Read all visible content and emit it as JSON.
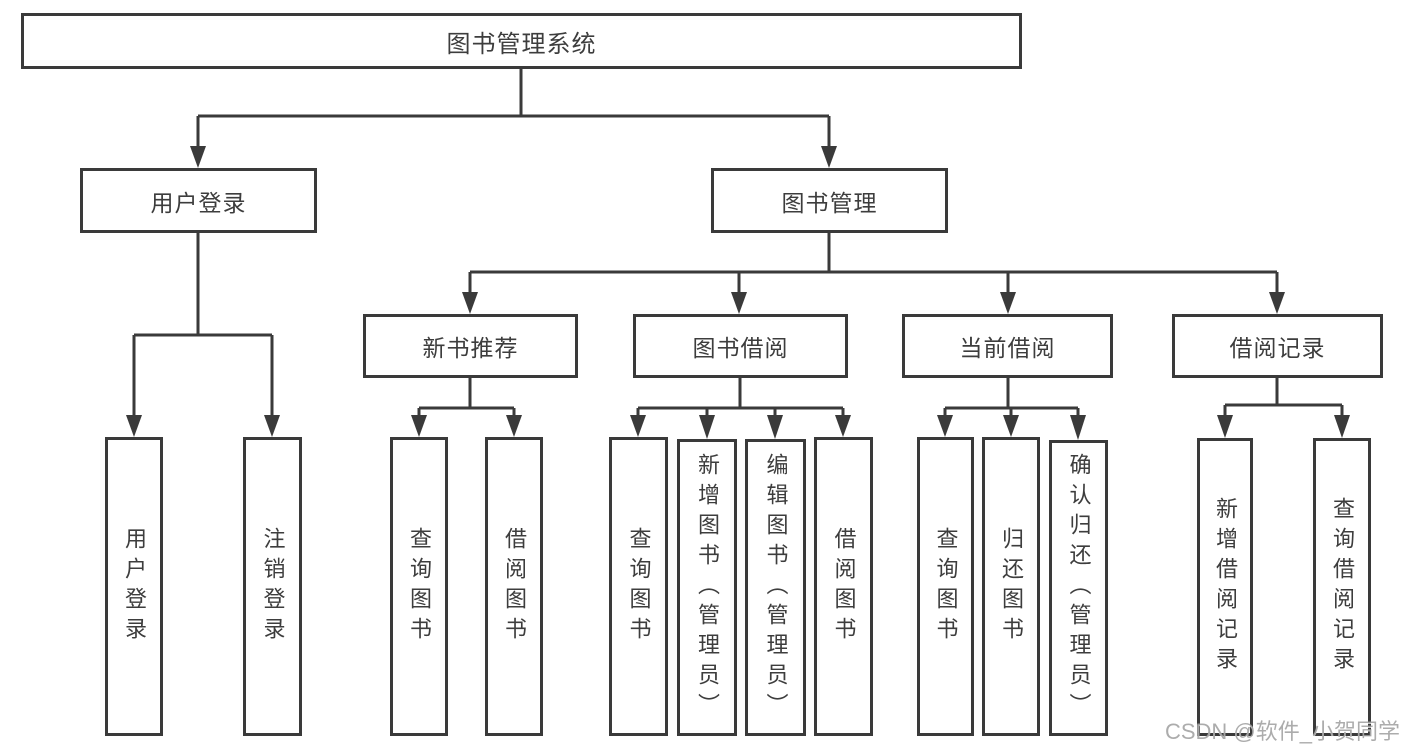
{
  "diagram": {
    "root": {
      "label": "图书管理系统"
    },
    "children": [
      {
        "label": "用户登录",
        "children": [
          {
            "label": "用户登录"
          },
          {
            "label": "注销登录"
          }
        ]
      },
      {
        "label": "图书管理",
        "children": [
          {
            "label": "新书推荐",
            "children": [
              {
                "label": "查询图书"
              },
              {
                "label": "借阅图书"
              }
            ]
          },
          {
            "label": "图书借阅",
            "children": [
              {
                "label": "查询图书"
              },
              {
                "label": "新增图书（管理员）"
              },
              {
                "label": "编辑图书（管理员）"
              },
              {
                "label": "借阅图书"
              }
            ]
          },
          {
            "label": "当前借阅",
            "children": [
              {
                "label": "查询图书"
              },
              {
                "label": "归还图书"
              },
              {
                "label": "确认归还（管理员）"
              }
            ]
          },
          {
            "label": "借阅记录",
            "children": [
              {
                "label": "新增借阅记录"
              },
              {
                "label": "查询借阅记录"
              }
            ]
          }
        ]
      }
    ]
  },
  "watermark": {
    "text": "CSDN @软件_小贺同学"
  },
  "colors": {
    "line": "#3a3a3a",
    "text": "#3d3d3d",
    "watermark": "#9e9e9e"
  }
}
